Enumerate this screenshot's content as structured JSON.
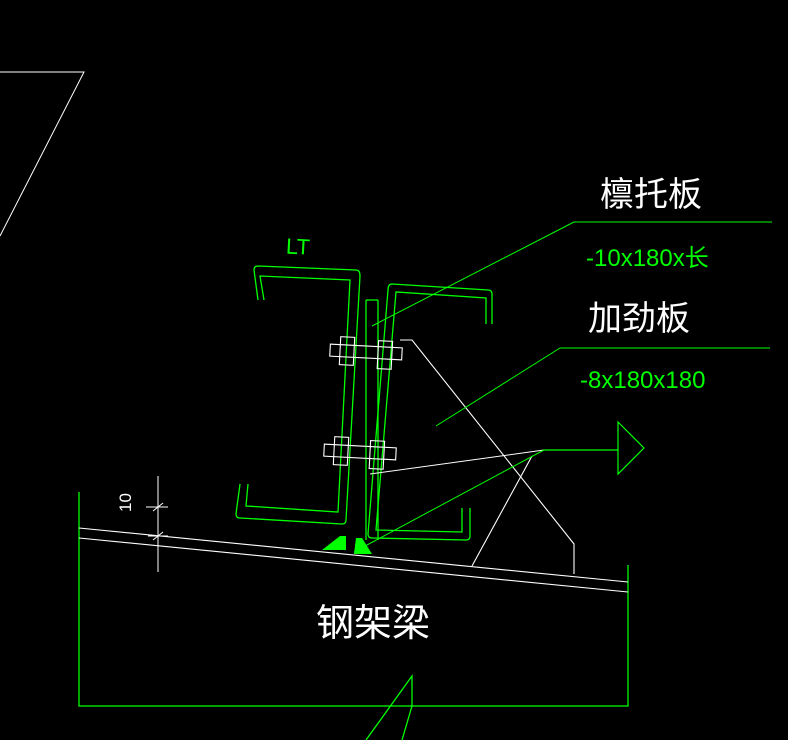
{
  "colors": {
    "background": "#000000",
    "outline": "#00ff00",
    "leader": "#00ff00",
    "detail": "#ffffff",
    "weld_fill": "#00ff00"
  },
  "labels": {
    "purlin_bracket": "檩托板",
    "purlin_bracket_spec": "-10x180x长",
    "stiffener": "加劲板",
    "stiffener_spec": "-8x180x180",
    "purlin": "LT",
    "steel_beam": "钢架梁",
    "thickness_dim": "10"
  }
}
